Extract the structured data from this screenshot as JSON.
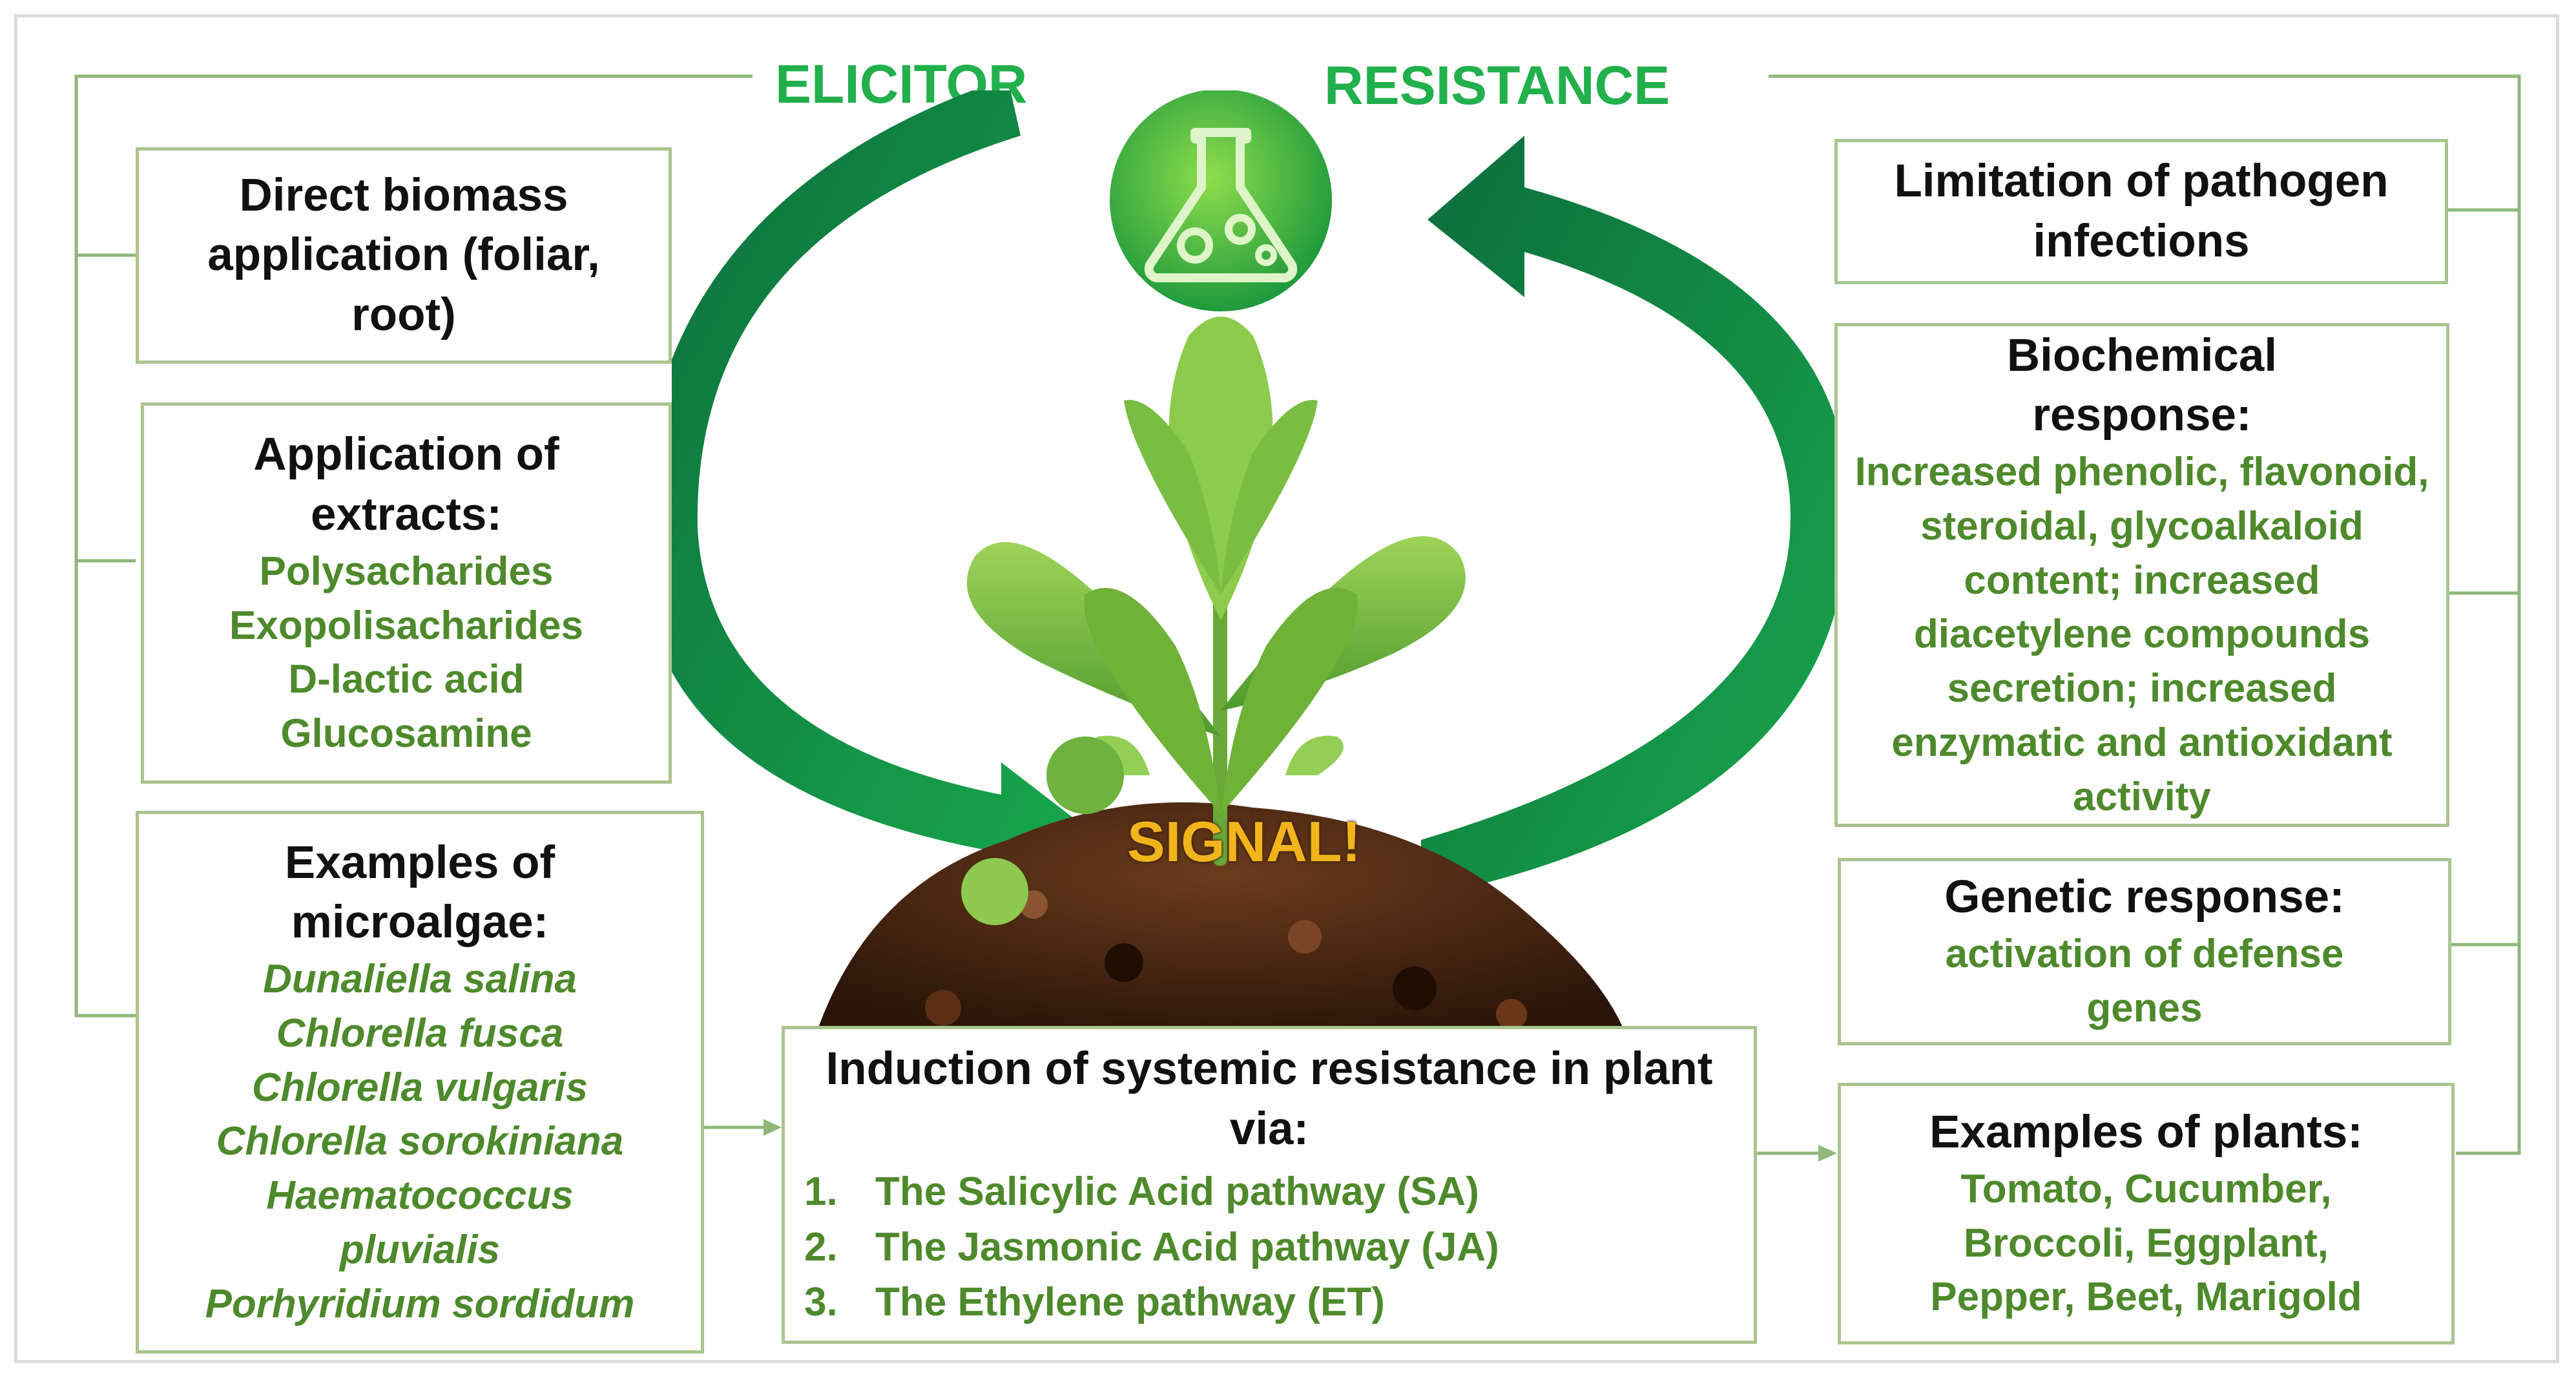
{
  "headings": {
    "elicitor": "ELICITOR",
    "resistance": "RESISTANCE"
  },
  "signal": "SIGNAL!",
  "left": {
    "direct": {
      "title": "Direct biomass application (foliar, root)"
    },
    "extracts": {
      "title": "Application of extracts:",
      "items": [
        "Polysacharides",
        "Exopolisacharides",
        "D-lactic acid",
        "Glucosamine"
      ]
    },
    "microalgae": {
      "title": "Examples of microalgae:",
      "items": [
        "Dunaliella salina",
        "Chlorella fusca",
        "Chlorella vulgaris",
        "Chlorella sorokiniana",
        "Haematococcus pluvialis",
        "Porhyridium sordidum"
      ]
    }
  },
  "center": {
    "induction": {
      "title": "Induction of systemic resistance in plant via:",
      "items": [
        {
          "num": "1.",
          "text": "The Salicylic Acid pathway (SA)"
        },
        {
          "num": "2.",
          "text": "The Jasmonic Acid pathway (JA)"
        },
        {
          "num": "3.",
          "text": "The Ethylene pathway (ET)"
        }
      ]
    }
  },
  "right": {
    "limitation": {
      "title": "Limitation of pathogen infections"
    },
    "biochemical": {
      "title": "Biochemical response:",
      "text": "Increased phenolic, flavonoid, steroidal, glycoalkaloid content; increased diacetylene compounds secretion; increased enzymatic and antioxidant activity"
    },
    "genetic": {
      "title": "Genetic response:",
      "text": "activation of defense genes"
    },
    "plants": {
      "title": "Examples of plants:",
      "text": "Tomato, Cucumber, Broccoli, Eggplant, Pepper, Beet, Marigold"
    }
  },
  "colors": {
    "heading_green": "#21b04b",
    "item_green": "#4e8a2c",
    "border_green": "#a9c58e",
    "signal_yellow": "#f2b41c"
  },
  "icons": [
    "flask-icon",
    "plant-illustration",
    "curved-arrow-left",
    "curved-arrow-right"
  ]
}
